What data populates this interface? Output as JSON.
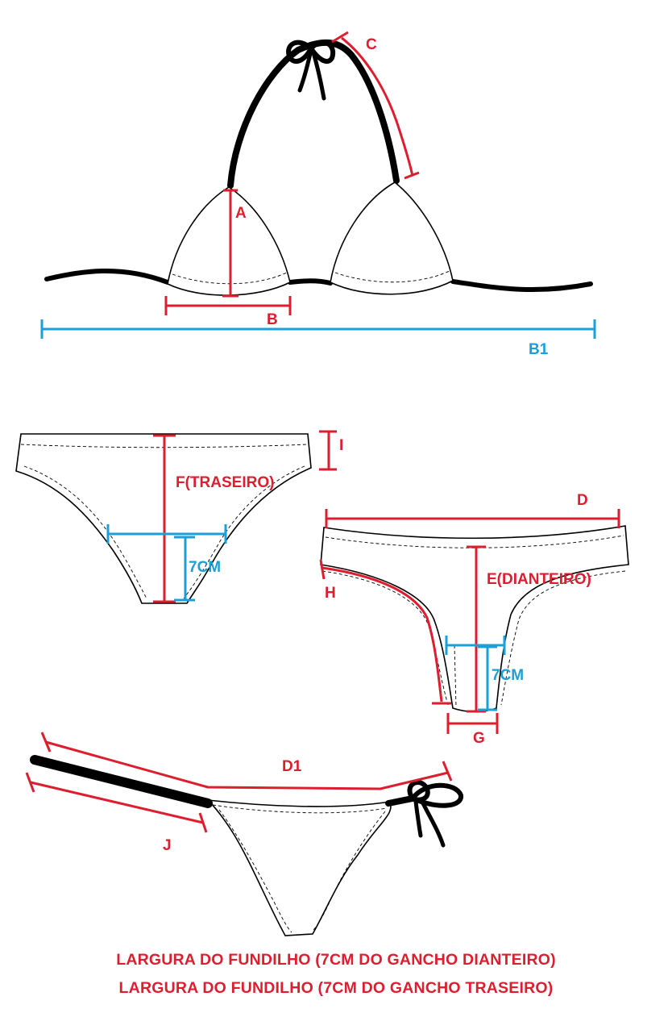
{
  "colors": {
    "measure": "#dd1e2f",
    "crotch": "#1aa0d8",
    "outline": "#000000"
  },
  "top": {
    "labels": {
      "a": "A",
      "b": "B",
      "b1": "B1",
      "c": "C"
    }
  },
  "back": {
    "labels": {
      "f": "F(TRASEIRO)",
      "i": "I",
      "width": "7CM"
    }
  },
  "front": {
    "labels": {
      "d": "D",
      "e": "E(DIANTEIRO)",
      "h": "H",
      "g": "G",
      "width": "7CM"
    }
  },
  "side": {
    "labels": {
      "d1": "D1",
      "j": "J"
    }
  },
  "notes": [
    "LARGURA DO FUNDILHO (7CM DO GANCHO DIANTEIRO)",
    "LARGURA DO FUNDILHO (7CM DO GANCHO TRASEIRO)"
  ]
}
